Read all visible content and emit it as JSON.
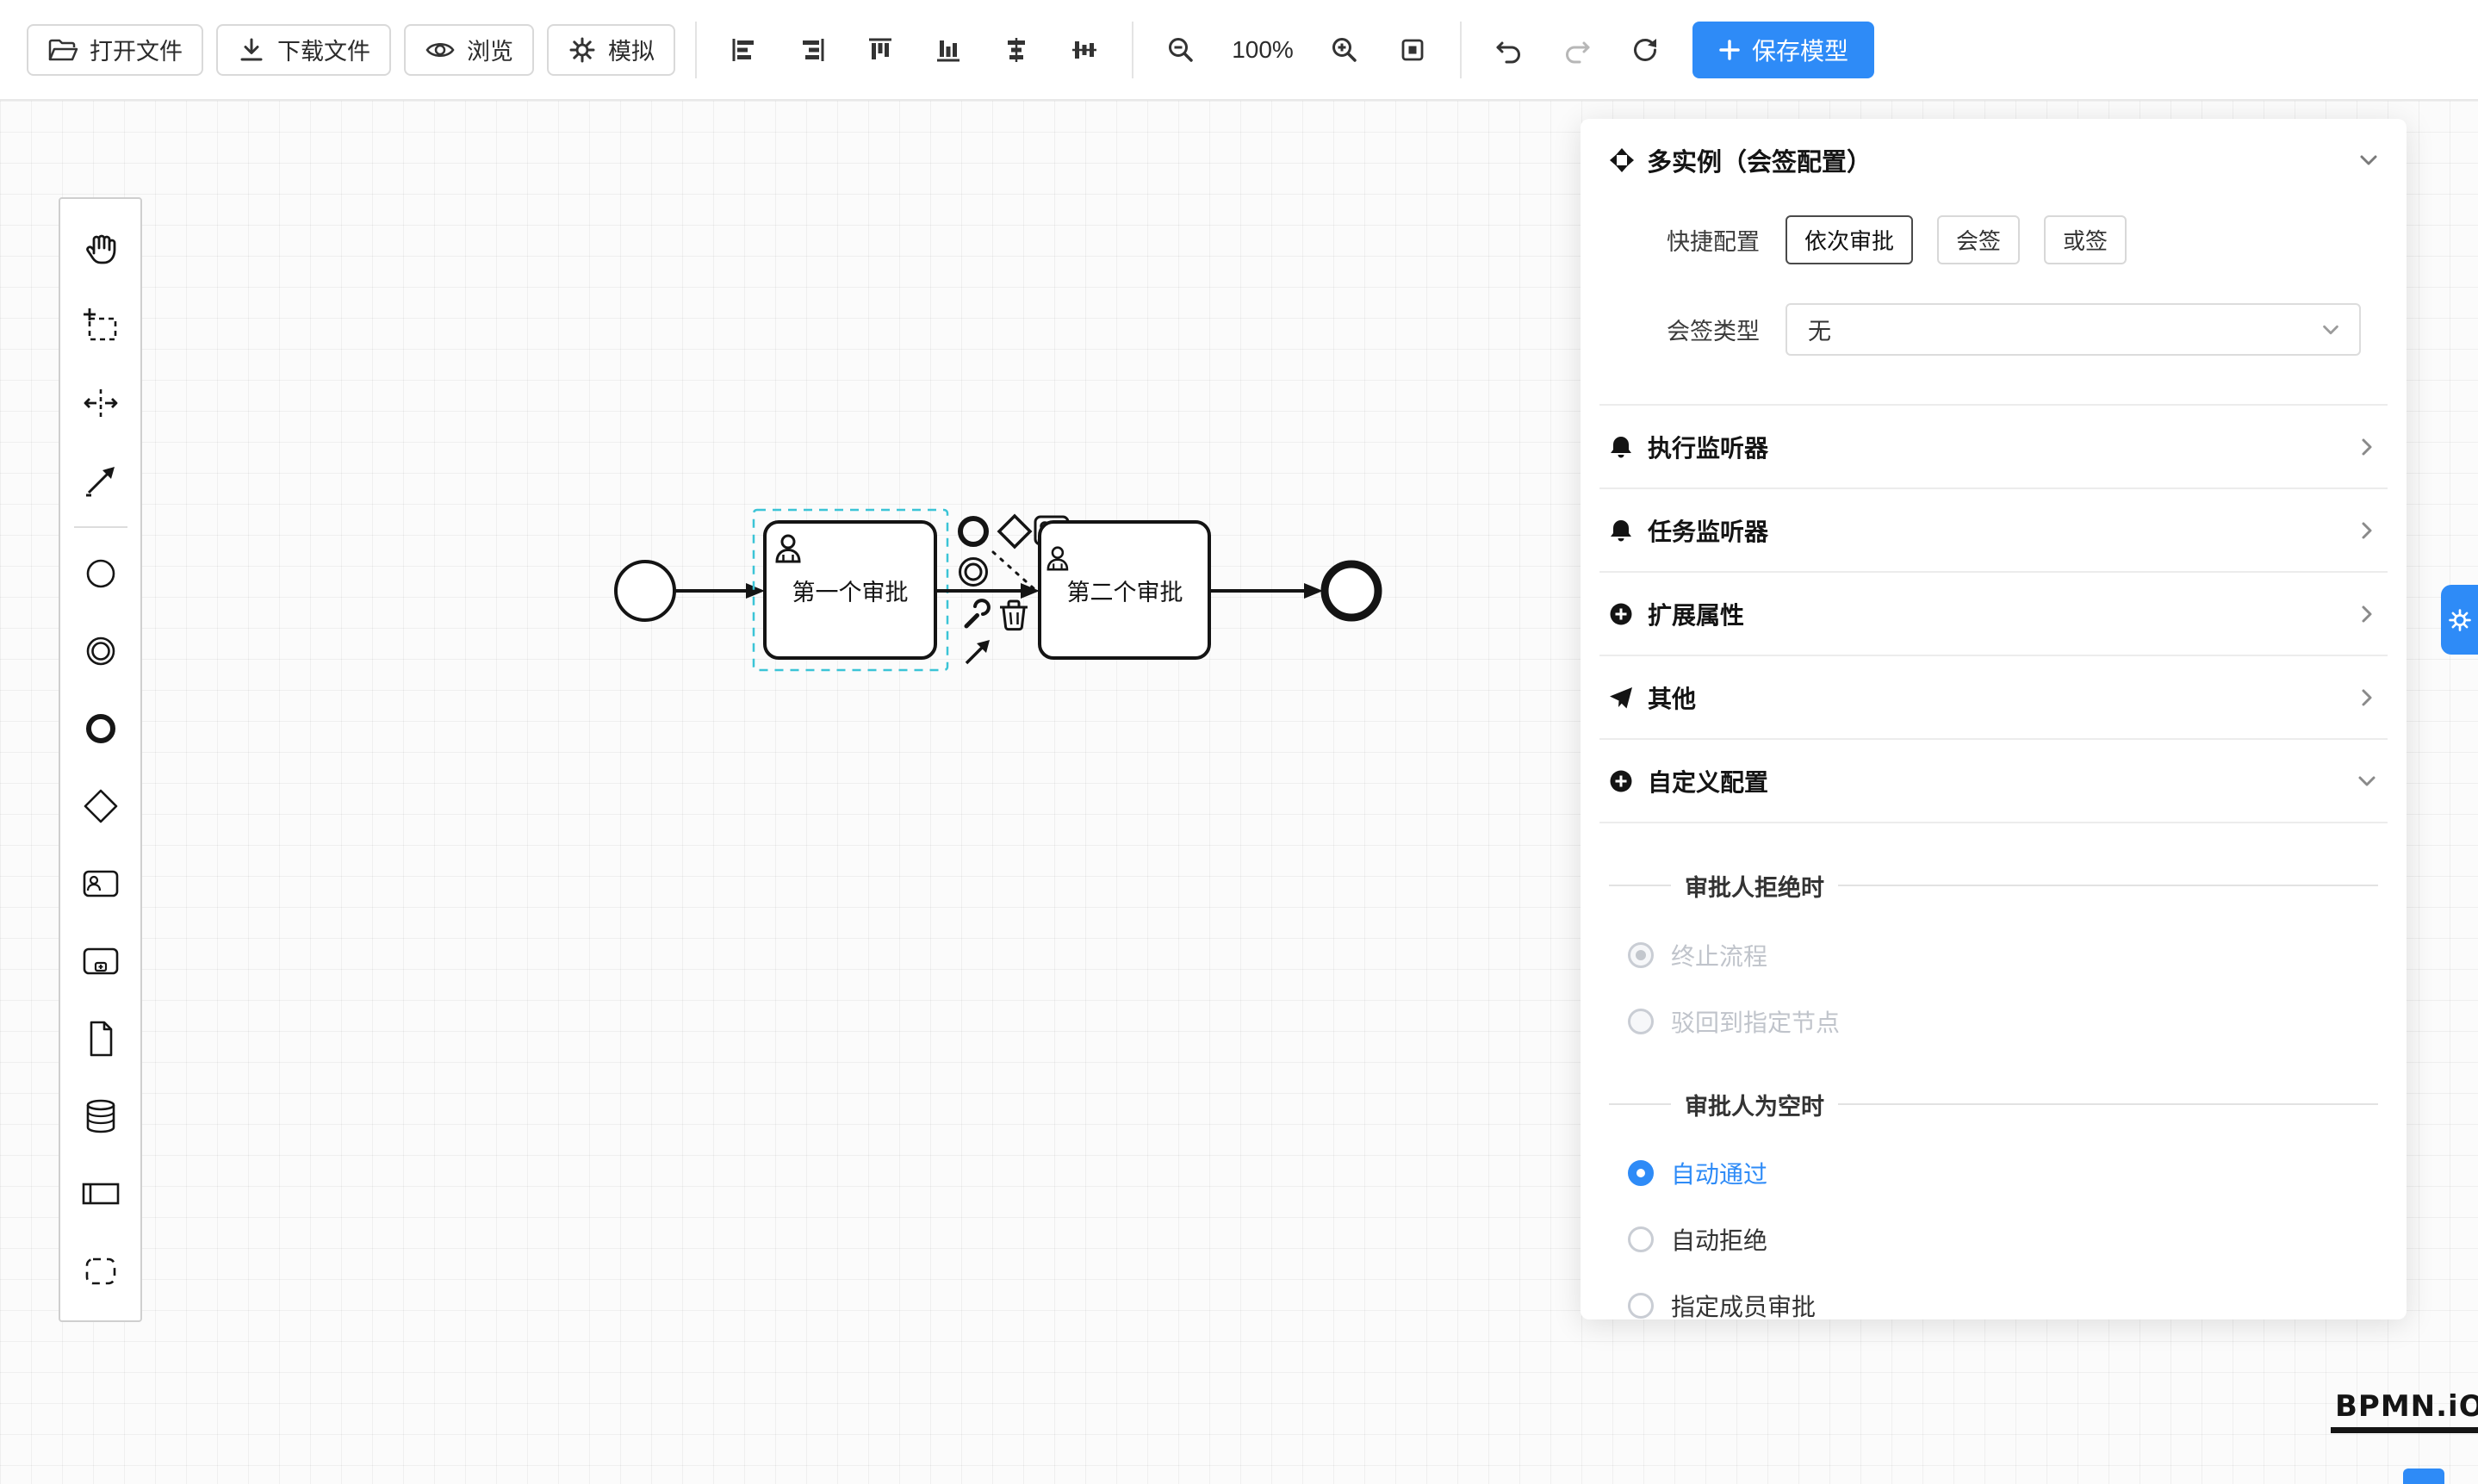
{
  "toolbar": {
    "buttons": {
      "open_file": "打开文件",
      "download_file": "下载文件",
      "preview": "浏览",
      "simulate": "模拟"
    },
    "zoom_level": "100%",
    "save_model": "保存模型"
  },
  "canvas": {
    "task1_label": "第一个审批",
    "task2_label": "第二个审批"
  },
  "panel": {
    "title": "多实例（会签配置）",
    "quick_config_label": "快捷配置",
    "quick_options": [
      {
        "label": "依次审批",
        "active": true
      },
      {
        "label": "会签",
        "active": false
      },
      {
        "label": "或签",
        "active": false
      }
    ],
    "sign_type_label": "会签类型",
    "sign_type_value": "无",
    "sections": [
      {
        "label": "执行监听器",
        "icon": "bell-icon"
      },
      {
        "label": "任务监听器",
        "icon": "bell-icon"
      },
      {
        "label": "扩展属性",
        "icon": "plus-circle-icon"
      },
      {
        "label": "其他",
        "icon": "send-icon"
      },
      {
        "label": "自定义配置",
        "icon": "plus-circle-icon"
      }
    ],
    "custom": {
      "reject_title": "审批人拒绝时",
      "reject_options": [
        {
          "label": "终止流程",
          "selected": true,
          "disabled": true
        },
        {
          "label": "驳回到指定节点",
          "selected": false,
          "disabled": true
        }
      ],
      "empty_title": "审批人为空时",
      "empty_options": [
        {
          "label": "自动通过",
          "selected": true
        },
        {
          "label": "自动拒绝",
          "selected": false
        },
        {
          "label": "指定成员审批",
          "selected": false
        }
      ]
    }
  },
  "logo": "BPMN.iO",
  "colors": {
    "accent": "#2e8bf7",
    "selection": "#3bc4d6",
    "stroke": "#141414"
  }
}
